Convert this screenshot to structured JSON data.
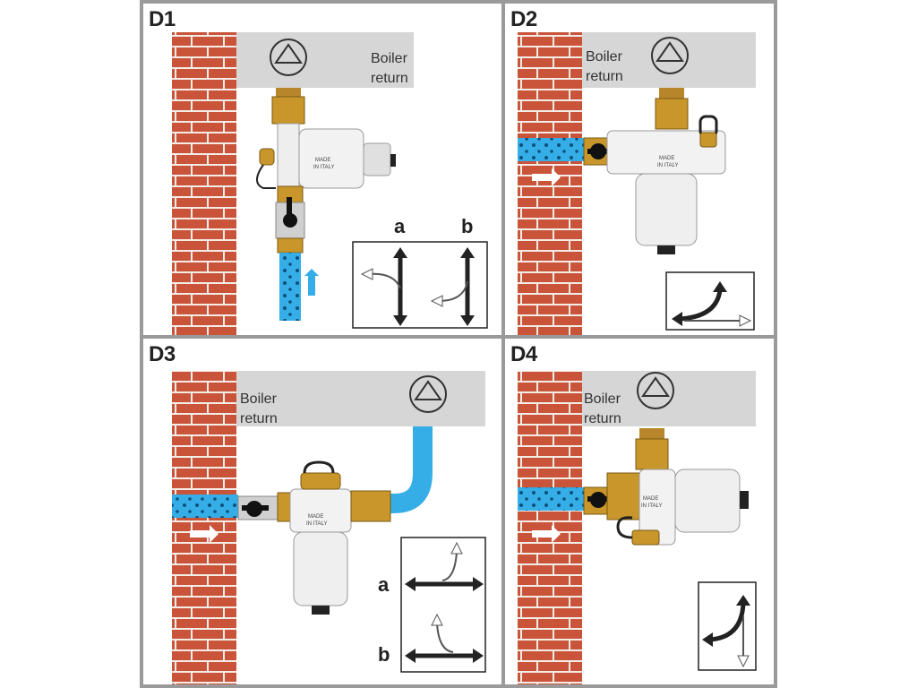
{
  "colors": {
    "brick": "#c9543a",
    "mortar": "#f4ece6",
    "water": "#35aee8",
    "boiler_box": "#d6d6d6",
    "arrow_dark": "#222222",
    "brass": "#c8962a",
    "frame": "#9a9a9a"
  },
  "panels": [
    {
      "label": "D1",
      "boiler_line1": "Boiler",
      "boiler_line2": "return",
      "letters": [
        "a",
        "b"
      ]
    },
    {
      "label": "D2",
      "boiler_line1": "Boiler",
      "boiler_line2": "return"
    },
    {
      "label": "D3",
      "boiler_line1": "Boiler",
      "boiler_line2": "return",
      "letters": [
        "a",
        "b"
      ]
    },
    {
      "label": "D4",
      "boiler_line1": "Boiler",
      "boiler_line2": "return"
    }
  ],
  "icons": [
    "pump-icon",
    "flow-arrow-icon",
    "direction-arrow-icon",
    "filter-icon",
    "ball-valve-icon"
  ]
}
